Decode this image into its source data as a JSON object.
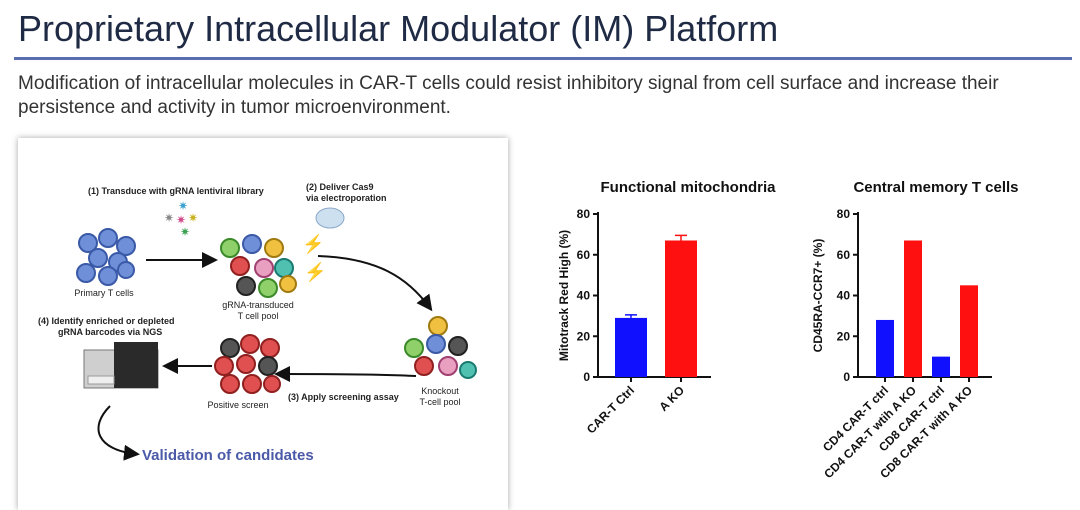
{
  "slide": {
    "title": "Proprietary Intracellular Modulator (IM) Platform",
    "subtitle": "Modification of intracellular molecules in CAR-T cells could resist inhibitory signal from cell surface and increase their persistence and activity in tumor microenvironment."
  },
  "workflow": {
    "step1": "(1) Transduce with gRNA lentiviral library",
    "step2_line1": "(2) Deliver Cas9",
    "step2_line2": "via electroporation",
    "step3": "(3) Apply screening assay",
    "step4_line1": "(4) Identify enriched or depleted",
    "step4_line2": "gRNA barcodes via NGS",
    "primary_cells": "Primary T cells",
    "transduced_line1": "gRNA-transduced",
    "transduced_line2": "T cell pool",
    "knockout_line1": "Knockout",
    "knockout_line2": "T-cell pool",
    "positive_screen": "Positive screen",
    "validation": "Validation of candidates"
  },
  "colors": {
    "blue": "#1010ff",
    "red": "#ff1010",
    "accent": "#5b6fb0",
    "validation": "#4a5aa8"
  },
  "chart_data": [
    {
      "type": "bar",
      "title": "Functional mitochondria",
      "ylabel": "Mitotrack Red High (%)",
      "categories": [
        "CAR-T Ctrl",
        "A KO"
      ],
      "values": [
        29,
        67
      ],
      "errors": [
        1.5,
        2.5
      ],
      "colors": [
        "#1010ff",
        "#ff1010"
      ],
      "ylim": [
        0,
        80
      ],
      "yticks": [
        0,
        20,
        40,
        60,
        80
      ]
    },
    {
      "type": "bar",
      "title": "Central memory T cells",
      "ylabel": "CD45RA-CCR7+ (%)",
      "categories": [
        "CD4 CAR-T ctrl",
        "CD4 CAR-T wtih A KO",
        "CD8 CAR-T ctrl",
        "CD8 CAR-T with A KO"
      ],
      "values": [
        28,
        67,
        10,
        45
      ],
      "colors": [
        "#1010ff",
        "#ff1010",
        "#1010ff",
        "#ff1010"
      ],
      "ylim": [
        0,
        80
      ],
      "yticks": [
        0,
        20,
        40,
        60,
        80
      ]
    }
  ]
}
